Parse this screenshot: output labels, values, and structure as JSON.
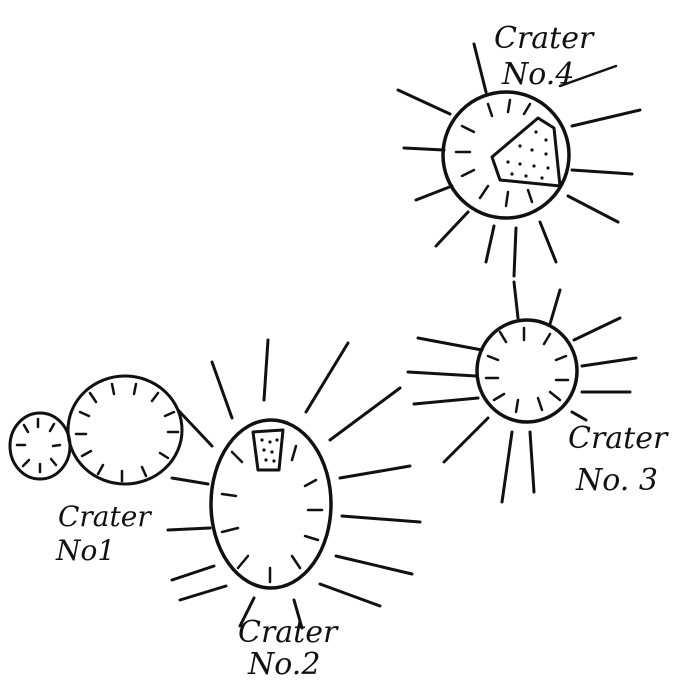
{
  "craters": [
    {
      "id": "1",
      "label_line1": "Crater",
      "label_line2": "No1"
    },
    {
      "id": "2",
      "label_line1": "Crater",
      "label_line2": "No.2"
    },
    {
      "id": "3",
      "label_line1": "Crater",
      "label_line2": "No. 3"
    },
    {
      "id": "4",
      "label_line1": "Crater",
      "label_line2": "No.4"
    }
  ],
  "colors": {
    "ink": "#111111",
    "paper": "#ffffff"
  }
}
